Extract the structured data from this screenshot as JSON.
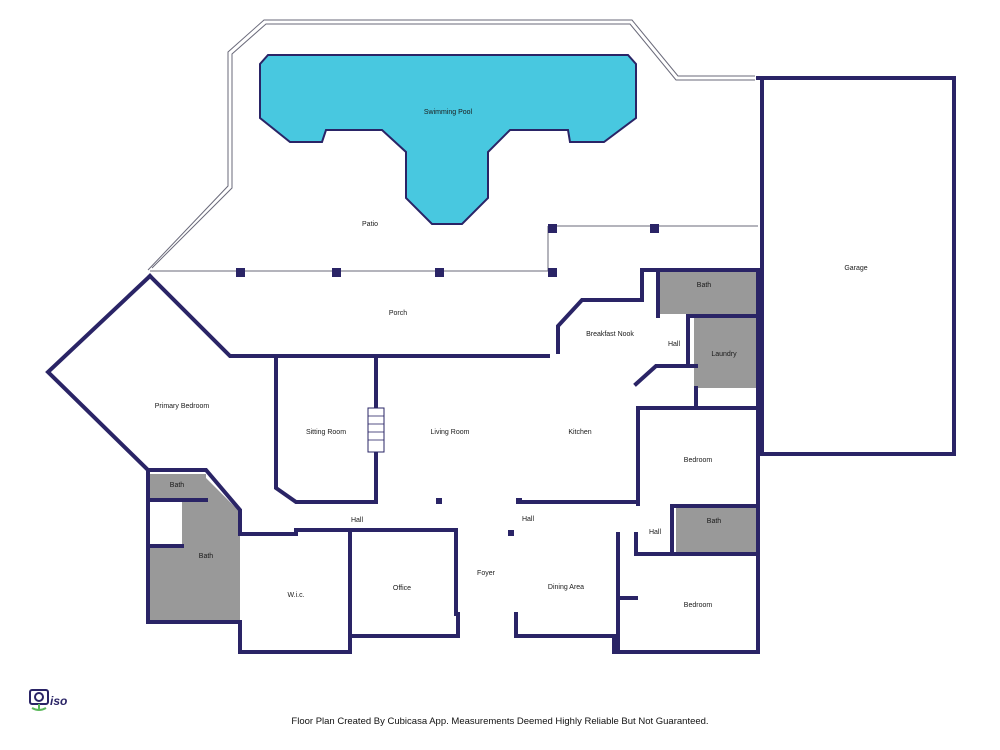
{
  "rooms": {
    "swimming_pool": "Swimming Pool",
    "patio": "Patio",
    "garage": "Garage",
    "porch": "Porch",
    "bath_top": "Bath",
    "breakfast_nook": "Breakfast Nook",
    "hall_small": "Hall",
    "laundry": "Laundry",
    "primary_bedroom": "Primary Bedroom",
    "sitting_room": "Sitting Room",
    "living_room": "Living Room",
    "kitchen": "Kitchen",
    "bedroom_1": "Bedroom",
    "bath_left_small": "Bath",
    "bath_left": "Bath",
    "hall_left": "Hall",
    "hall_center": "Hall",
    "hall_right": "Hall",
    "bath_right": "Bath",
    "wic": "W.i.c.",
    "office": "Office",
    "foyer": "Foyer",
    "dining_area": "Dining Area",
    "bedroom_2": "Bedroom"
  },
  "footer": {
    "disclaimer": "Floor Plan Created By Cubicasa App. Measurements Deemed Highly Reliable But Not Guaranteed."
  },
  "logo": {
    "icon": "camera-pin-icon",
    "text": "iso"
  },
  "colors": {
    "wall": "#2a2466",
    "pool": "#48c8e0",
    "wet_room": "#999999"
  }
}
